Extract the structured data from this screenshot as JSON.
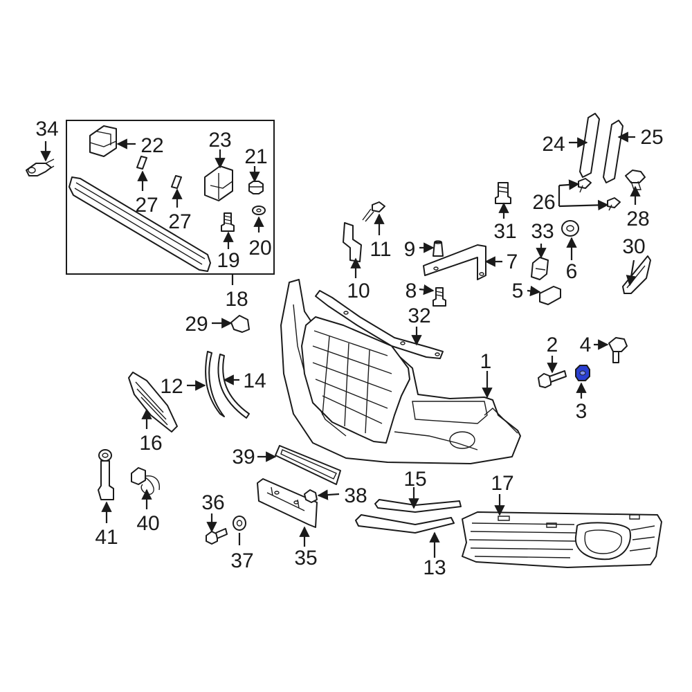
{
  "callouts": [
    "1",
    "2",
    "3",
    "4",
    "5",
    "6",
    "7",
    "8",
    "9",
    "10",
    "11",
    "12",
    "13",
    "14",
    "15",
    "16",
    "17",
    "18",
    "19",
    "20",
    "21",
    "22",
    "23",
    "24",
    "25",
    "26",
    "27",
    "27",
    "28",
    "29",
    "30",
    "31",
    "32",
    "33",
    "34",
    "35",
    "36",
    "37",
    "38",
    "39",
    "40",
    "41"
  ],
  "colors": {
    "line": "#1a1a1a",
    "highlight": "#2a3fd1",
    "background": "#ffffff"
  }
}
